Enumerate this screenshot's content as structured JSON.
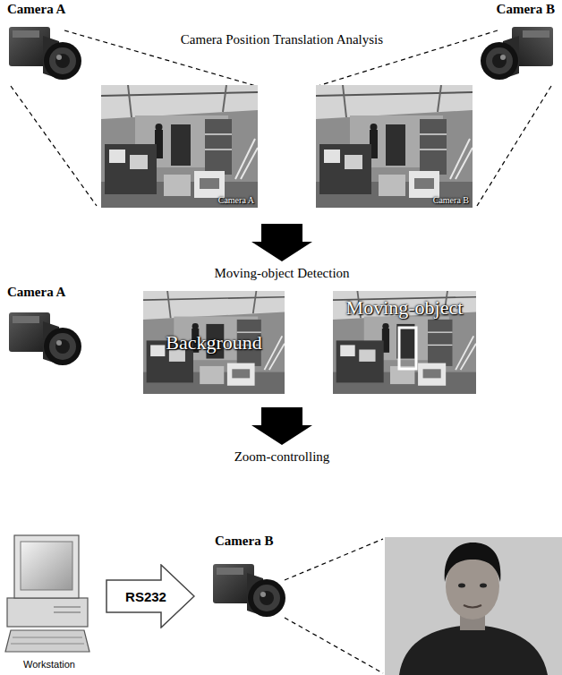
{
  "diagram": {
    "nodes": [
      {
        "text": [
          "Camera A"
        ]
      },
      {
        "text": [
          "Camera B"
        ]
      },
      {
        "text": [
          "Background"
        ]
      },
      {
        "text": [
          "Moving-object"
        ]
      },
      {
        "text": [
          "RS232"
        ]
      }
    ],
    "labels": [
      "Camera A",
      "Camera B",
      "Camera Position Translation Analysis",
      "Moving-object Detection",
      "Camera A",
      "Zoom-controlling",
      "Camera B",
      "Workstation"
    ]
  }
}
